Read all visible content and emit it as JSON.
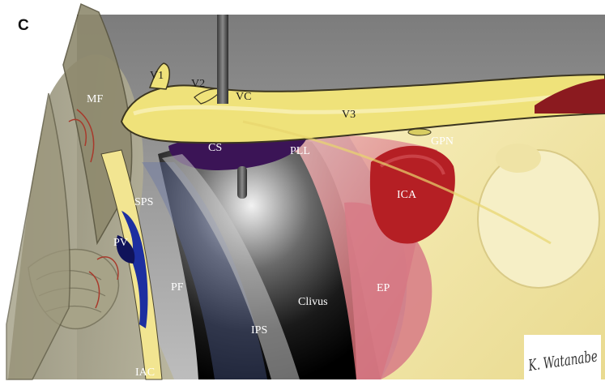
{
  "panel_letter": "C",
  "labels": {
    "v1": "V1",
    "v2": "V2",
    "vc": "VC",
    "v3": "V3",
    "mf": "MF",
    "cs": "CS",
    "pll": "PLL",
    "gpn": "GPN",
    "sps": "SPS",
    "ica": "ICA",
    "pv": "PV",
    "pf": "PF",
    "ep": "EP",
    "clivus": "Clivus",
    "ips": "IPS",
    "iac": "IAC"
  },
  "signature": "K. Watanabe",
  "colors": {
    "background": "#ffffff",
    "dark_cavity": "#0a0a0a",
    "grey_wall": "#8d8d8d",
    "nerve_yellow": "#efe27a",
    "nerve_outline": "#3b3520",
    "cavernous_sinus": "#3b1456",
    "ligament_pink": "#e6a8a8",
    "artery_red": "#b51f24",
    "bone_cream": "#f4e9a8",
    "brain_grey": "#9e9a80",
    "vein_blue": "#1d2fa0"
  }
}
